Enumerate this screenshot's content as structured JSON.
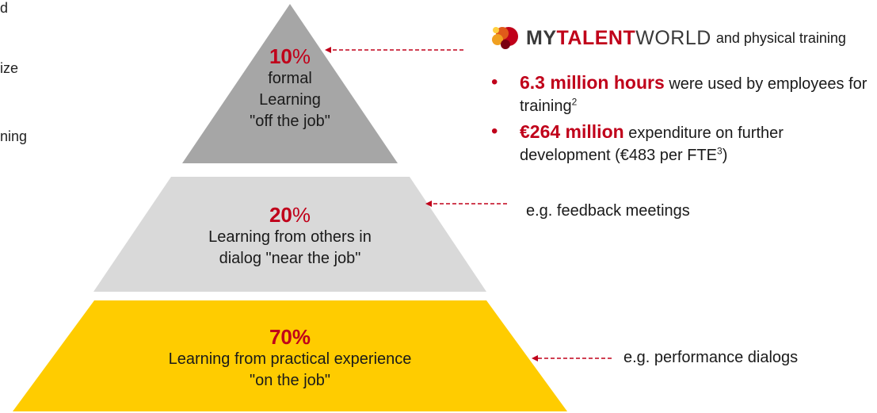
{
  "left_fragments": [
    "d",
    "ize",
    "ning"
  ],
  "tiers": [
    {
      "percent": "10",
      "sign": "%",
      "lines": [
        "formal",
        "Learning",
        "\"off the job\""
      ],
      "color": "#a6a6a6"
    },
    {
      "percent": "20",
      "sign": "%",
      "lines": [
        "Learning from others in",
        "dialog \"near the job\""
      ],
      "color": "#d9d9d9"
    },
    {
      "percent": "70%",
      "sign": "",
      "lines": [
        "Learning from practical experience",
        "\"on the job\""
      ],
      "color": "#ffcc00"
    }
  ],
  "logo": {
    "my": "MY",
    "talent": "TALENT",
    "world": "WORLD",
    "suffix": "and physical training"
  },
  "bullets": [
    {
      "highlight": "6.3 million hours",
      "text": " were used by employees for training",
      "sup": "2",
      "tail": ""
    },
    {
      "highlight": "€264 million",
      "text": " expenditure on further development (€483 per FTE",
      "sup": "3",
      "tail": ")"
    }
  ],
  "notes": {
    "middle": "e.g. feedback meetings",
    "bottom": "e.g. performance dialogs"
  },
  "colors": {
    "accent": "#c0001a",
    "arrow": "#c0001a"
  }
}
